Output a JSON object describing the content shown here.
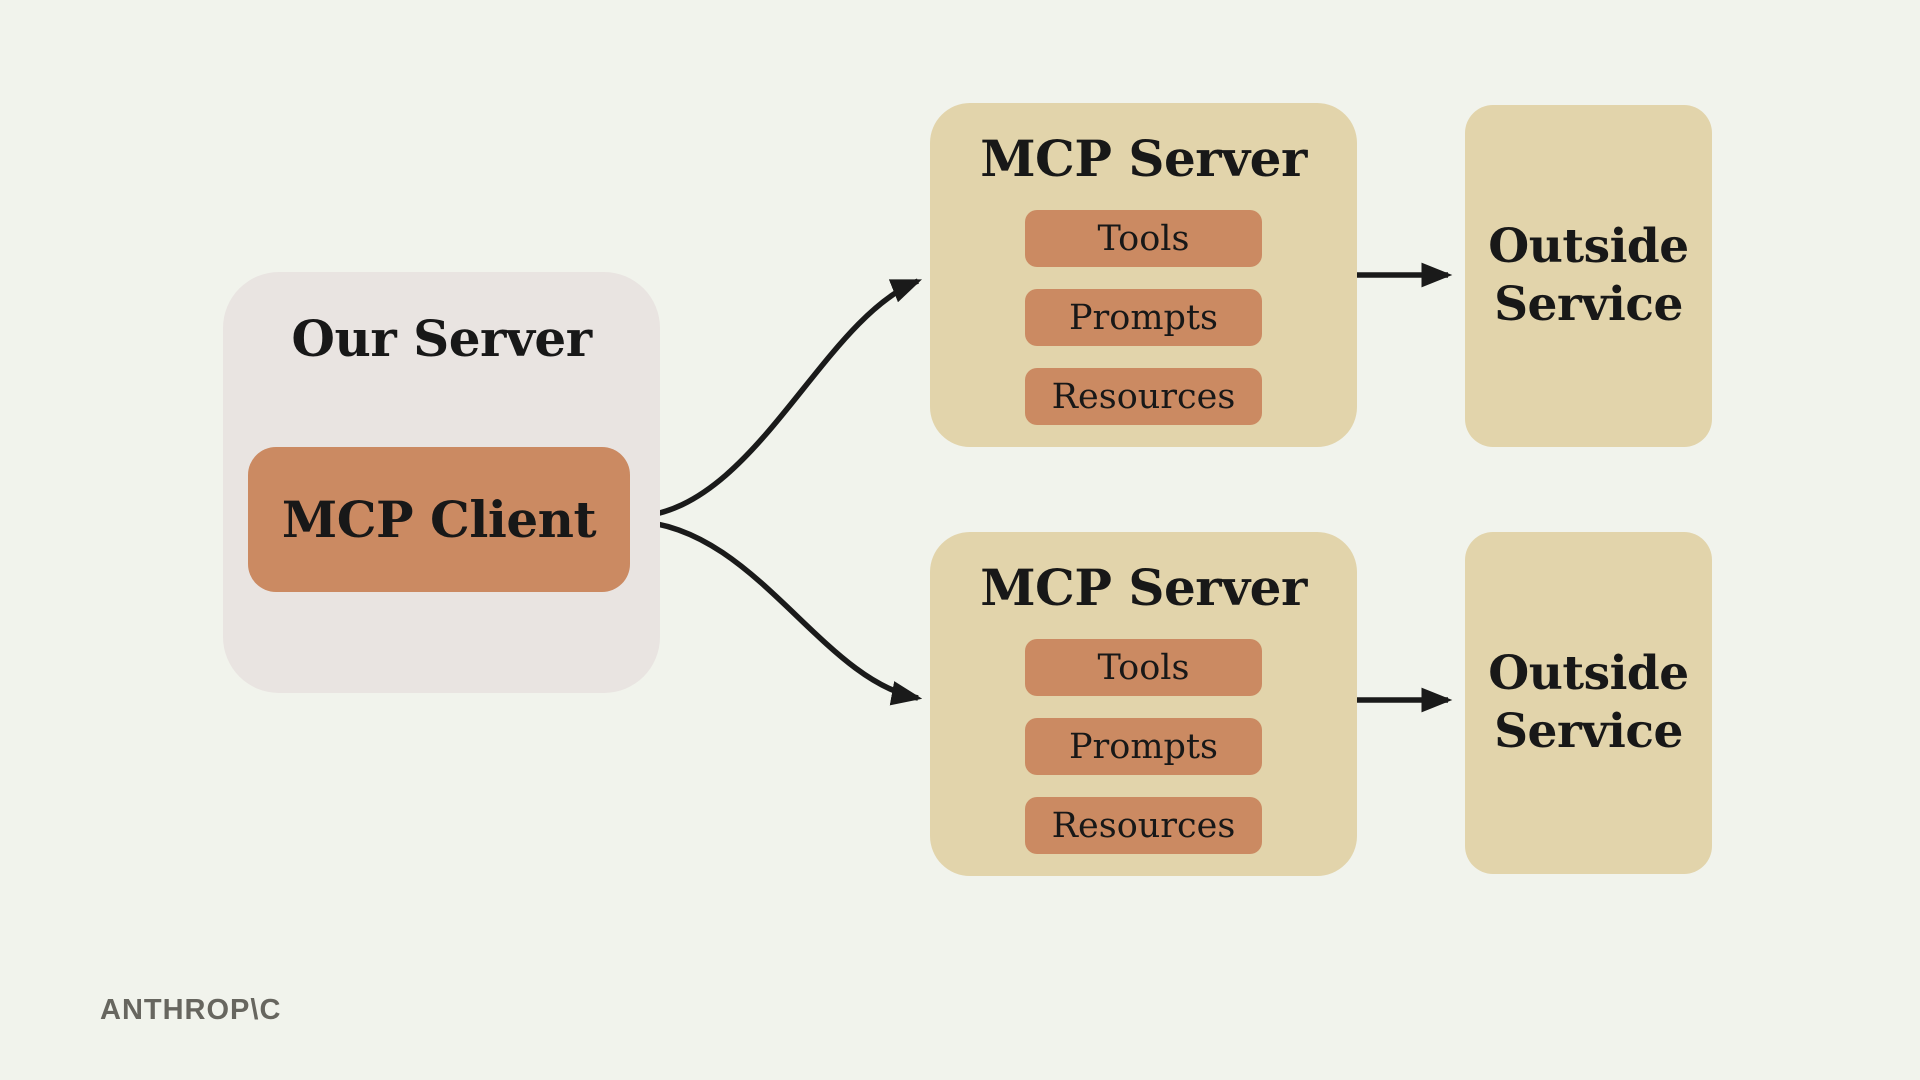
{
  "canvas": {
    "background_color": "#f1f3ec",
    "ink_color": "#1a1a1a"
  },
  "colors": {
    "panel_gray": "#e9e4e1",
    "tan": "#e2d4ab",
    "terracotta": "#cb8a62",
    "logo_gray": "#67665f"
  },
  "our_server": {
    "title": "Our Server",
    "client_label": "MCP Client"
  },
  "mcp_servers": [
    {
      "title": "MCP Server",
      "items": [
        "Tools",
        "Prompts",
        "Resources"
      ],
      "outside_label": "Outside Service"
    },
    {
      "title": "MCP Server",
      "items": [
        "Tools",
        "Prompts",
        "Resources"
      ],
      "outside_label": "Outside Service"
    }
  ],
  "arrows": [
    "client-to-top-mcp-server",
    "client-to-bottom-mcp-server",
    "top-mcp-server-to-outside-service",
    "bottom-mcp-server-to-outside-service"
  ],
  "logo": "ANTHROP\\C"
}
